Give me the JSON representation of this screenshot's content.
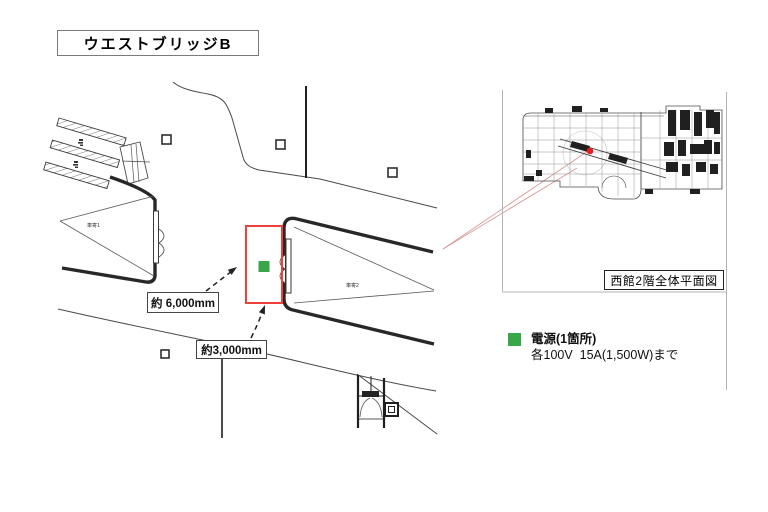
{
  "title": "ウエストブリッジB",
  "main_plan": {
    "dim_arrow_1": "約 6,000mm",
    "dim_arrow_2": "約3,000mm",
    "porch1_label": "車寄1",
    "porch2_label": "車寄2"
  },
  "overview_map": {
    "caption": "西館2階全体平面図",
    "marker": "red-location-dot"
  },
  "legend": {
    "swatch_icon": "power-green-square",
    "title": "電源(1箇所)",
    "detail": "各100V  15A(1,500W)まで"
  },
  "colors": {
    "highlight_red": "#ee4038",
    "power_green": "#3aa64a",
    "marker_red": "#ea1c1c",
    "leader_pink": "#d89a9a",
    "line_dark": "#2b2b2b"
  }
}
